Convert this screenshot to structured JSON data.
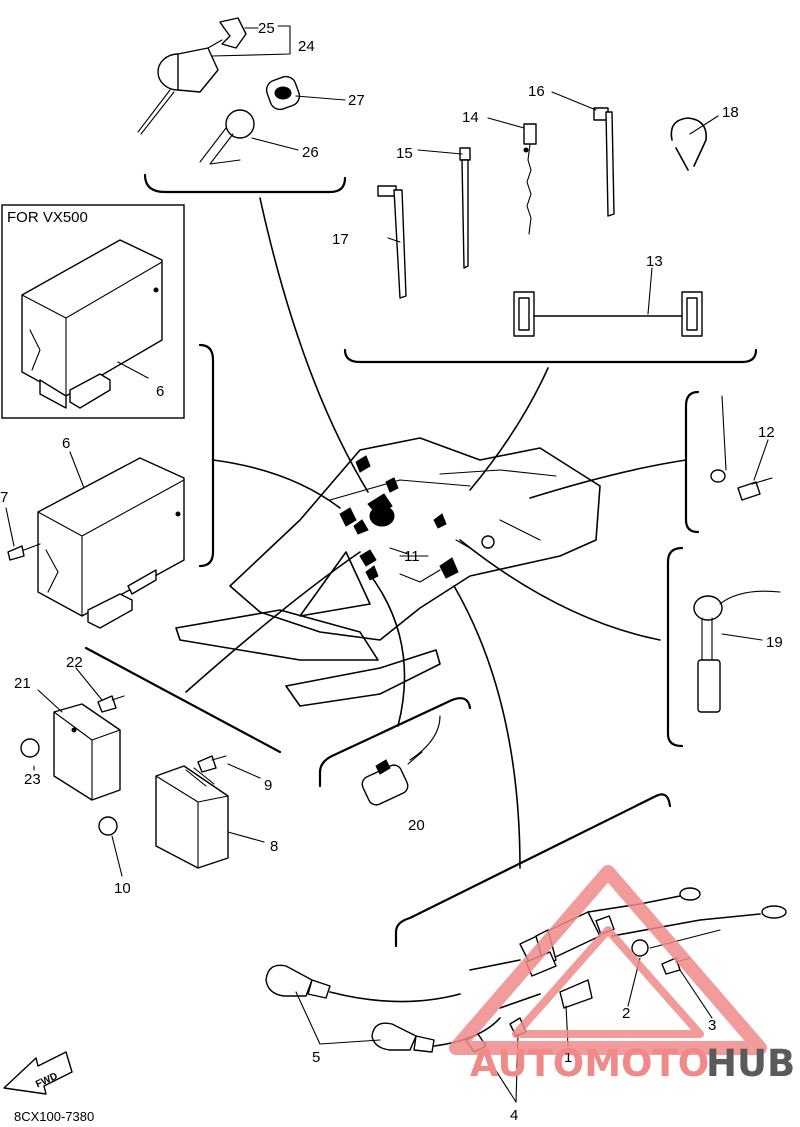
{
  "labels": {
    "l1": "1",
    "l2": "2",
    "l3": "3",
    "l4": "4",
    "l5": "5",
    "l6a": "6",
    "l6b": "6",
    "l7": "7",
    "l8": "8",
    "l9": "9",
    "l10": "10",
    "l11": "11",
    "l12": "12",
    "l13": "13",
    "l14": "14",
    "l15": "15",
    "l16": "16",
    "l17": "17",
    "l18": "18",
    "l19": "19",
    "l20": "20",
    "l21": "21",
    "l22": "22",
    "l23": "23",
    "l24": "24",
    "l25": "25",
    "l26": "26",
    "l27": "27"
  },
  "variant_box": {
    "title": "FOR VX500"
  },
  "fwd_arrow": {
    "text": "FWD"
  },
  "diagram_code": "8CX100-7380",
  "watermark": {
    "part1": "AUTOMOTO",
    "part2": "HUB",
    "accent_color": "#f08a8a",
    "dark_color": "#5a5a5a"
  }
}
